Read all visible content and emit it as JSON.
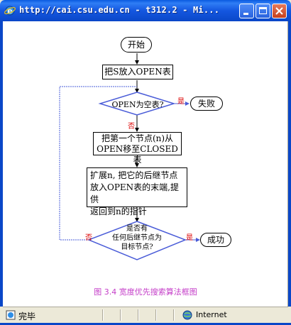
{
  "window": {
    "title": "http://cai.csu.edu.cn - t312.2 - Mi...",
    "icon": "ie-icon"
  },
  "flowchart": {
    "start": "开始",
    "step1": "把S放入OPEN表",
    "decision1": "OPEN为空表?",
    "decision1_yes": "是",
    "decision1_no": "否",
    "fail": "失败",
    "step2_line1": "把第一个节点(n)从",
    "step2_line2": "OPEN移至CLOSED表",
    "step3_line1": "扩展n, 把它的后继节点",
    "step3_line2": "放入OPEN表的末端,提供",
    "step3_line3": "返回到n的指针",
    "decision2_line1": "是否有",
    "decision2_line2": "任何后继节点为",
    "decision2_line3": "目标节点?",
    "decision2_yes": "是",
    "decision2_no": "否",
    "success": "成功",
    "caption": "图 3.4  宽度优先搜索算法框图"
  },
  "statusbar": {
    "status": "完毕",
    "zone": "Internet"
  }
}
